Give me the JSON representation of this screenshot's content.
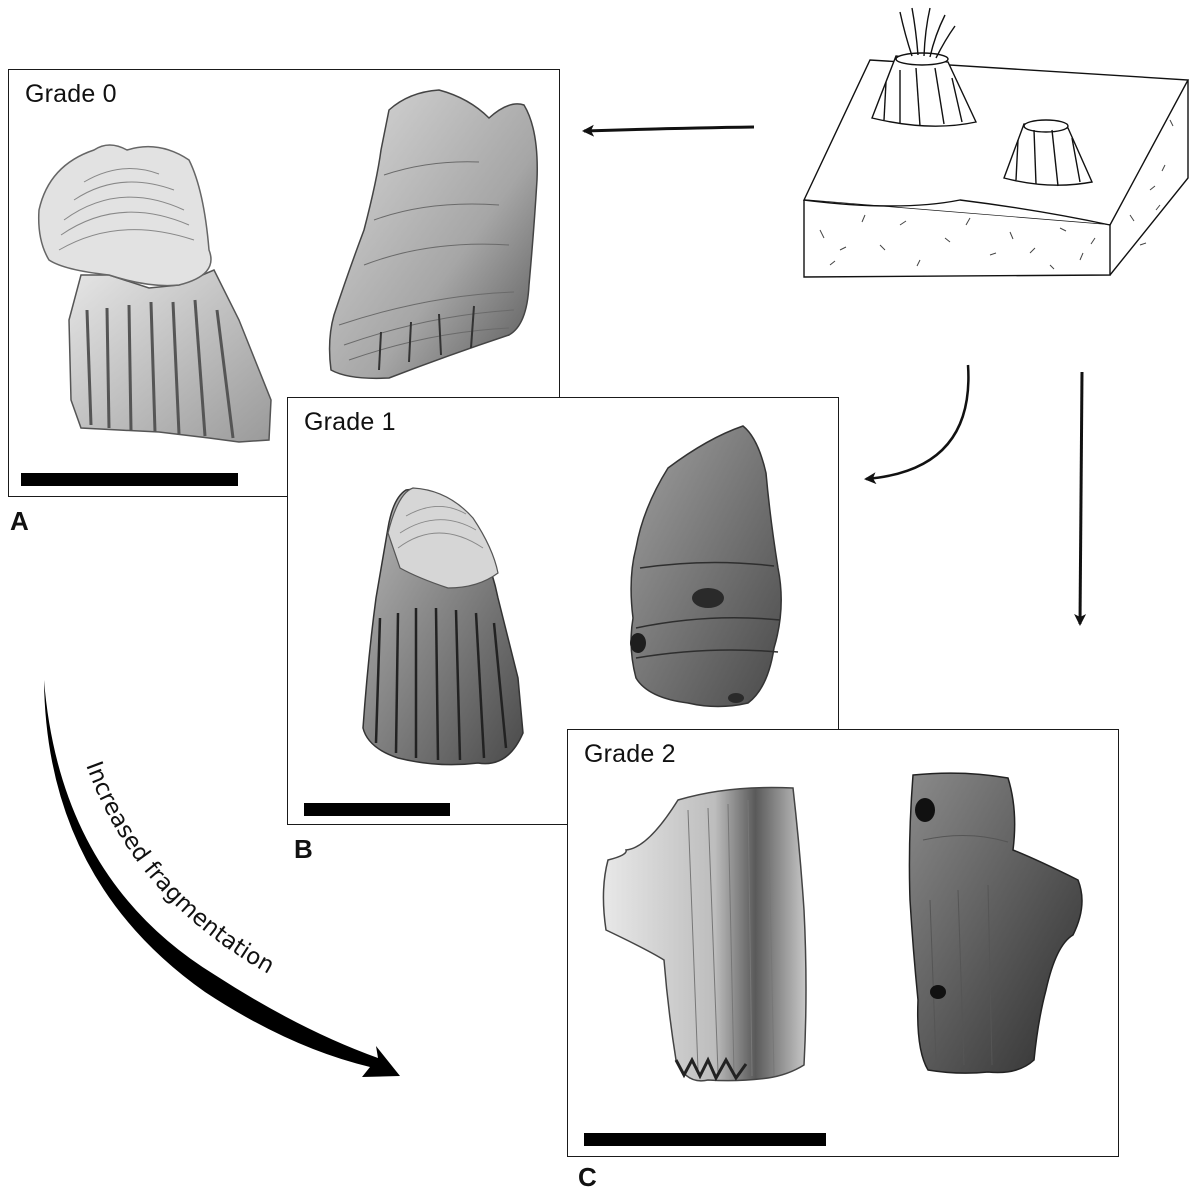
{
  "panels": {
    "a": {
      "grade_label": "Grade 0",
      "letter": "A"
    },
    "b": {
      "grade_label": "Grade 1",
      "letter": "B"
    },
    "c": {
      "grade_label": "Grade 2",
      "letter": "C"
    }
  },
  "fragmentation_arrow": {
    "label": "Increased fragmentation"
  },
  "colors": {
    "ink": "#111111",
    "panel_border": "#1a1a1a",
    "fossil_light": "#d8d8d8",
    "fossil_mid": "#8c8c8c",
    "fossil_dark": "#3a3a3a"
  },
  "icons": [
    "living-barnacle-block-diagram",
    "arrow-to-grade-0",
    "arrow-to-grade-1",
    "arrow-to-grade-2",
    "fragmentation-arrow"
  ]
}
